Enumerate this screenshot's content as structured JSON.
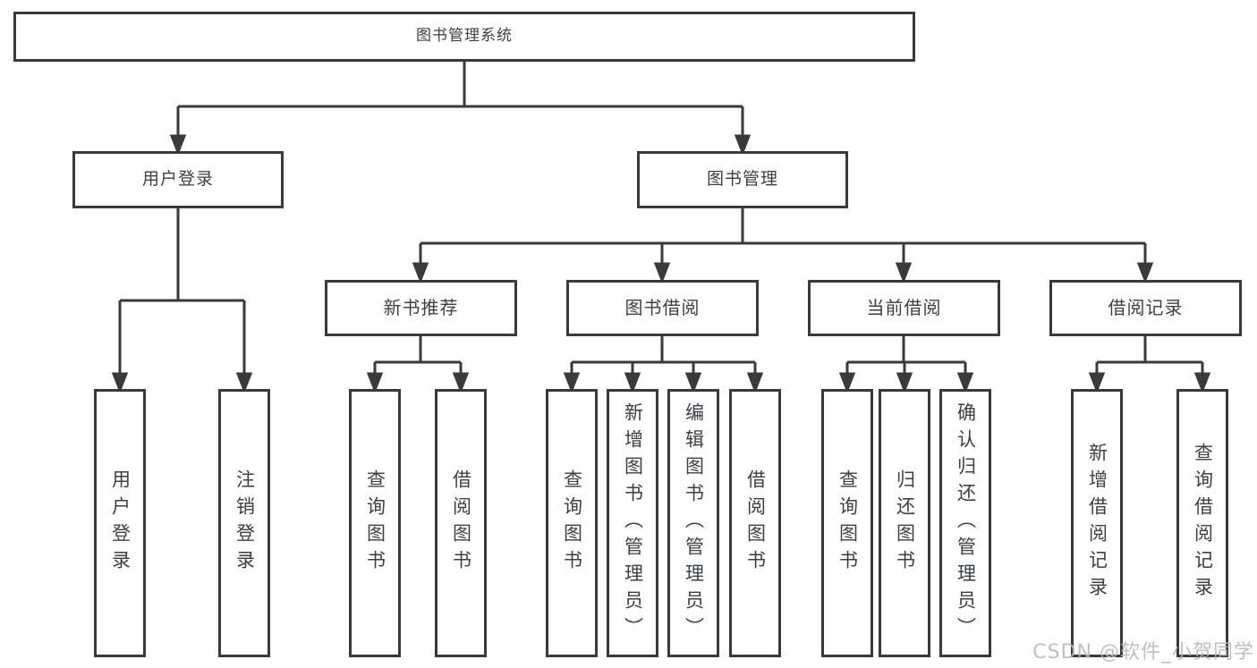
{
  "tree": {
    "root": {
      "label": "图书管理系统"
    },
    "branches": [
      {
        "label": "用户登录",
        "children": [
          {
            "label": "用户登录"
          },
          {
            "label": "注销登录"
          }
        ]
      },
      {
        "label": "图书管理",
        "children": [
          {
            "label": "新书推荐",
            "children": [
              {
                "label": "查询图书"
              },
              {
                "label": "借阅图书"
              }
            ]
          },
          {
            "label": "图书借阅",
            "children": [
              {
                "label": "查询图书"
              },
              {
                "label": "新增图书（管理员）"
              },
              {
                "label": "编辑图书（管理员）"
              },
              {
                "label": "借阅图书"
              }
            ]
          },
          {
            "label": "当前借阅",
            "children": [
              {
                "label": "查询图书"
              },
              {
                "label": "归还图书"
              },
              {
                "label": "确认归还（管理员）"
              }
            ]
          },
          {
            "label": "借阅记录",
            "children": [
              {
                "label": "新增借阅记录"
              },
              {
                "label": "查询借阅记录"
              }
            ]
          }
        ]
      }
    ]
  },
  "watermark": {
    "text": "CSDN @软件_小贺同学"
  },
  "colors": {
    "line": "#3a3a3a",
    "text": "#3b4045",
    "watermark": "#b9b9b9",
    "background": "#ffffff"
  }
}
